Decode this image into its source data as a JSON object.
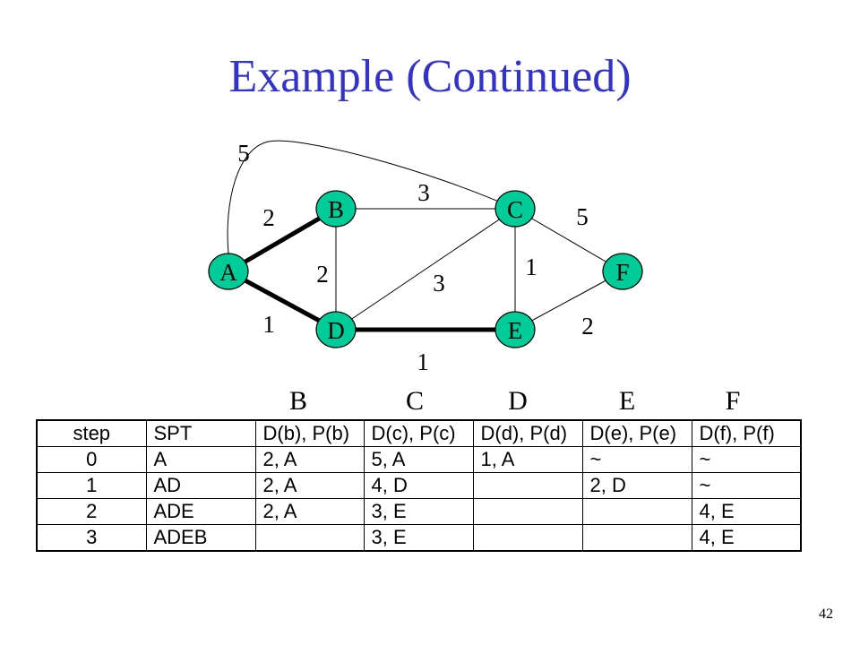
{
  "title": "Example (Continued)",
  "graph": {
    "nodes": [
      "A",
      "B",
      "C",
      "D",
      "E",
      "F"
    ],
    "edges": [
      {
        "from": "A",
        "to": "B",
        "weight": "2",
        "highlighted": true
      },
      {
        "from": "A",
        "to": "C",
        "weight": "5",
        "highlighted": false
      },
      {
        "from": "A",
        "to": "D",
        "weight": "1",
        "highlighted": true
      },
      {
        "from": "B",
        "to": "C",
        "weight": "3",
        "highlighted": false
      },
      {
        "from": "B",
        "to": "D",
        "weight": "2",
        "highlighted": false
      },
      {
        "from": "C",
        "to": "D",
        "weight": "3",
        "highlighted": false
      },
      {
        "from": "C",
        "to": "E",
        "weight": "1",
        "highlighted": false
      },
      {
        "from": "C",
        "to": "F",
        "weight": "5",
        "highlighted": false
      },
      {
        "from": "D",
        "to": "E",
        "weight": "1",
        "highlighted": true
      },
      {
        "from": "E",
        "to": "F",
        "weight": "2",
        "highlighted": false
      }
    ],
    "node_color": "#00cc99",
    "title_color": "#3333cc"
  },
  "column_letters": [
    "B",
    "C",
    "D",
    "E",
    "F"
  ],
  "table": {
    "headers": [
      "step",
      "SPT",
      "D(b), P(b)",
      "D(c), P(c)",
      "D(d), P(d)",
      "D(e), P(e)",
      "D(f), P(f)"
    ],
    "rows": [
      [
        "0",
        "A",
        "2, A",
        "5, A",
        "1, A",
        "~",
        "~"
      ],
      [
        "1",
        "AD",
        "2, A",
        "4, D",
        "",
        "2, D",
        "~"
      ],
      [
        "2",
        "ADE",
        "2, A",
        "3, E",
        "",
        "",
        "4, E"
      ],
      [
        "3",
        "ADEB",
        "",
        "3, E",
        "",
        "",
        "4, E"
      ]
    ]
  },
  "page_number": "42"
}
